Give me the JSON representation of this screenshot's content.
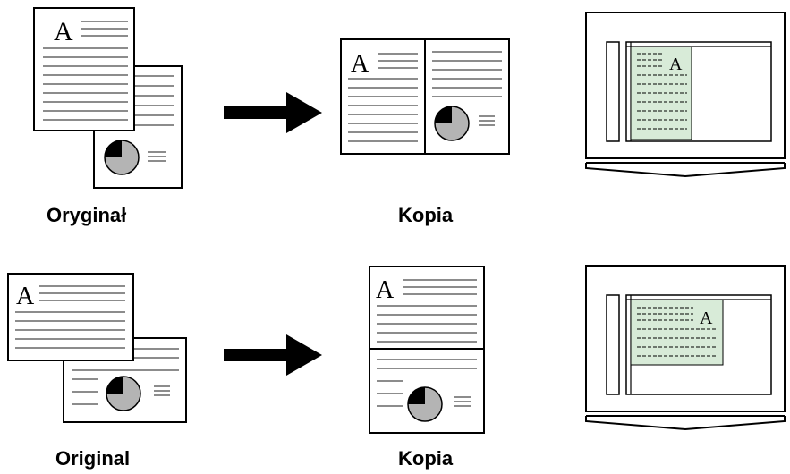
{
  "rows": [
    {
      "original_label": "Oryginał",
      "copy_label": "Kopia"
    },
    {
      "original_label": "Original",
      "copy_label": "Kopia"
    }
  ],
  "glyph": {
    "letter": "A"
  },
  "colors": {
    "line": "#000000",
    "text_lines": "#8c8c8c",
    "pie_fill": "#b4b4b4",
    "scan_area": "#d8ebd8",
    "arrow": "#000000"
  },
  "icons": [
    "document-icon",
    "arrow-icon",
    "book-copy-icon",
    "scanner-glass-icon"
  ]
}
